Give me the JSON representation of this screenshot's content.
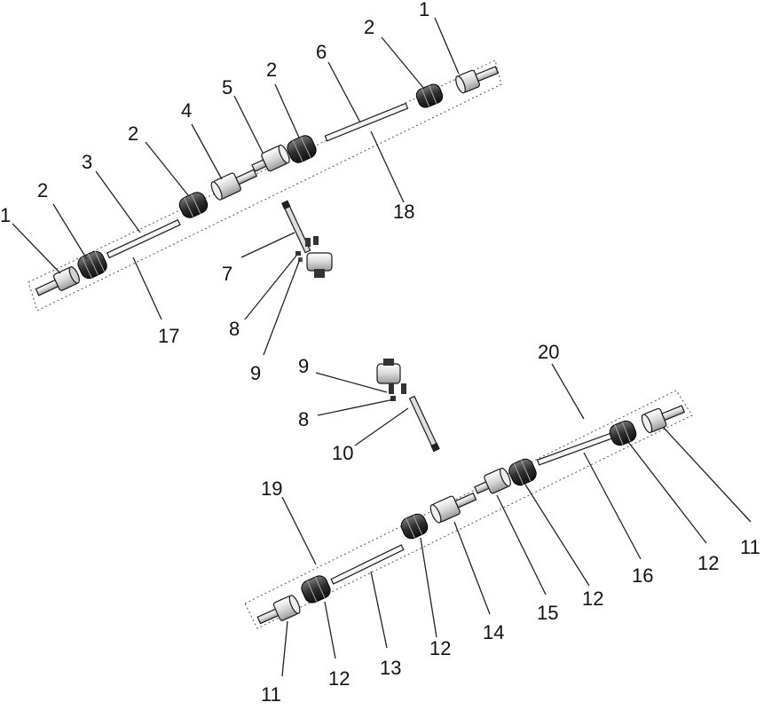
{
  "callouts": {
    "c_1a": "1",
    "c_2a": "2",
    "c_6": "6",
    "c_2b": "2",
    "c_5": "5",
    "c_4": "4",
    "c_2c": "2",
    "c_3": "3",
    "c_2d": "2",
    "c_1b": "1",
    "c_18": "18",
    "c_7": "7",
    "c_8a": "8",
    "c_9a": "9",
    "c_17": "17",
    "c_20": "20",
    "c_9b": "9",
    "c_8b": "8",
    "c_10": "10",
    "c_19": "19",
    "c_11a": "11",
    "c_12a": "12",
    "c_16": "16",
    "c_12b": "12",
    "c_15": "15",
    "c_14": "14",
    "c_12c": "12",
    "c_13": "13",
    "c_12d": "12",
    "c_11b": "11"
  },
  "colors": {
    "ink": "#1a1a1a",
    "boot": "#3a3a3a",
    "metal": "#e6e6e6",
    "shaft": "#f2f2f2"
  }
}
